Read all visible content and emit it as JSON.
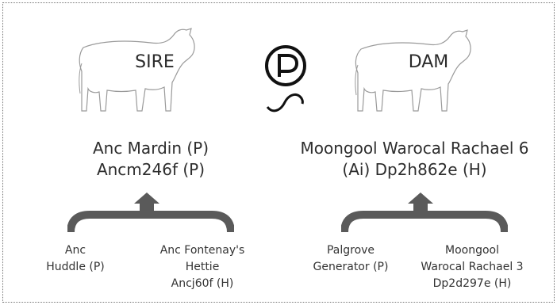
{
  "sire": {
    "cow_label": "SIRE",
    "name_line1": "Anc Mardin (P)",
    "name_line2": "Ancm246f (P)",
    "parents": [
      {
        "lines": [
          "Anc",
          "Huddle (P)"
        ]
      },
      {
        "lines": [
          "Anc Fontenay's",
          "Hettie",
          "Ancj60f (H)"
        ]
      }
    ]
  },
  "dam": {
    "cow_label": "DAM",
    "name_line1": "Moongool Warocal Rachael 6",
    "name_line2": "(Ai) Dp2h862e (H)",
    "parents": [
      {
        "lines": [
          "Palgrove",
          "Generator (P)"
        ]
      },
      {
        "lines": [
          "Moongool",
          "Warocal Rachael 3",
          "Dp2d297e (H)"
        ]
      }
    ]
  },
  "center_symbol": {
    "letter": "P",
    "icon": "polled-symbol-icon"
  },
  "colors": {
    "bracket": "#5a5a5a",
    "text": "#2d2d2d",
    "outline": "#9a9a9a"
  }
}
